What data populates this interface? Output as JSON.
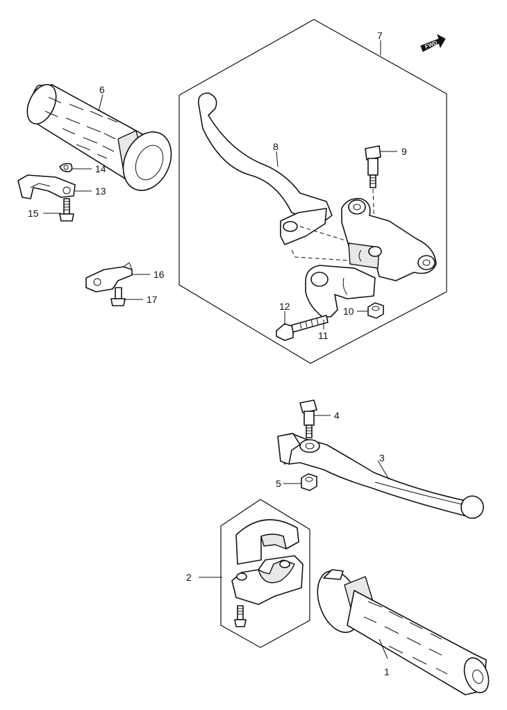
{
  "fwd_badge": "FWD",
  "callouts": [
    {
      "id": "1",
      "text": "1"
    },
    {
      "id": "2",
      "text": "2"
    },
    {
      "id": "3",
      "text": "3"
    },
    {
      "id": "4",
      "text": "4"
    },
    {
      "id": "5",
      "text": "5"
    },
    {
      "id": "6",
      "text": "6"
    },
    {
      "id": "7",
      "text": "7"
    },
    {
      "id": "8",
      "text": "8"
    },
    {
      "id": "9",
      "text": "9"
    },
    {
      "id": "10",
      "text": "10"
    },
    {
      "id": "11",
      "text": "11"
    },
    {
      "id": "12",
      "text": "12"
    },
    {
      "id": "13",
      "text": "13"
    },
    {
      "id": "14",
      "text": "14"
    },
    {
      "id": "15",
      "text": "15"
    },
    {
      "id": "16",
      "text": "16"
    },
    {
      "id": "17",
      "text": "17"
    }
  ]
}
